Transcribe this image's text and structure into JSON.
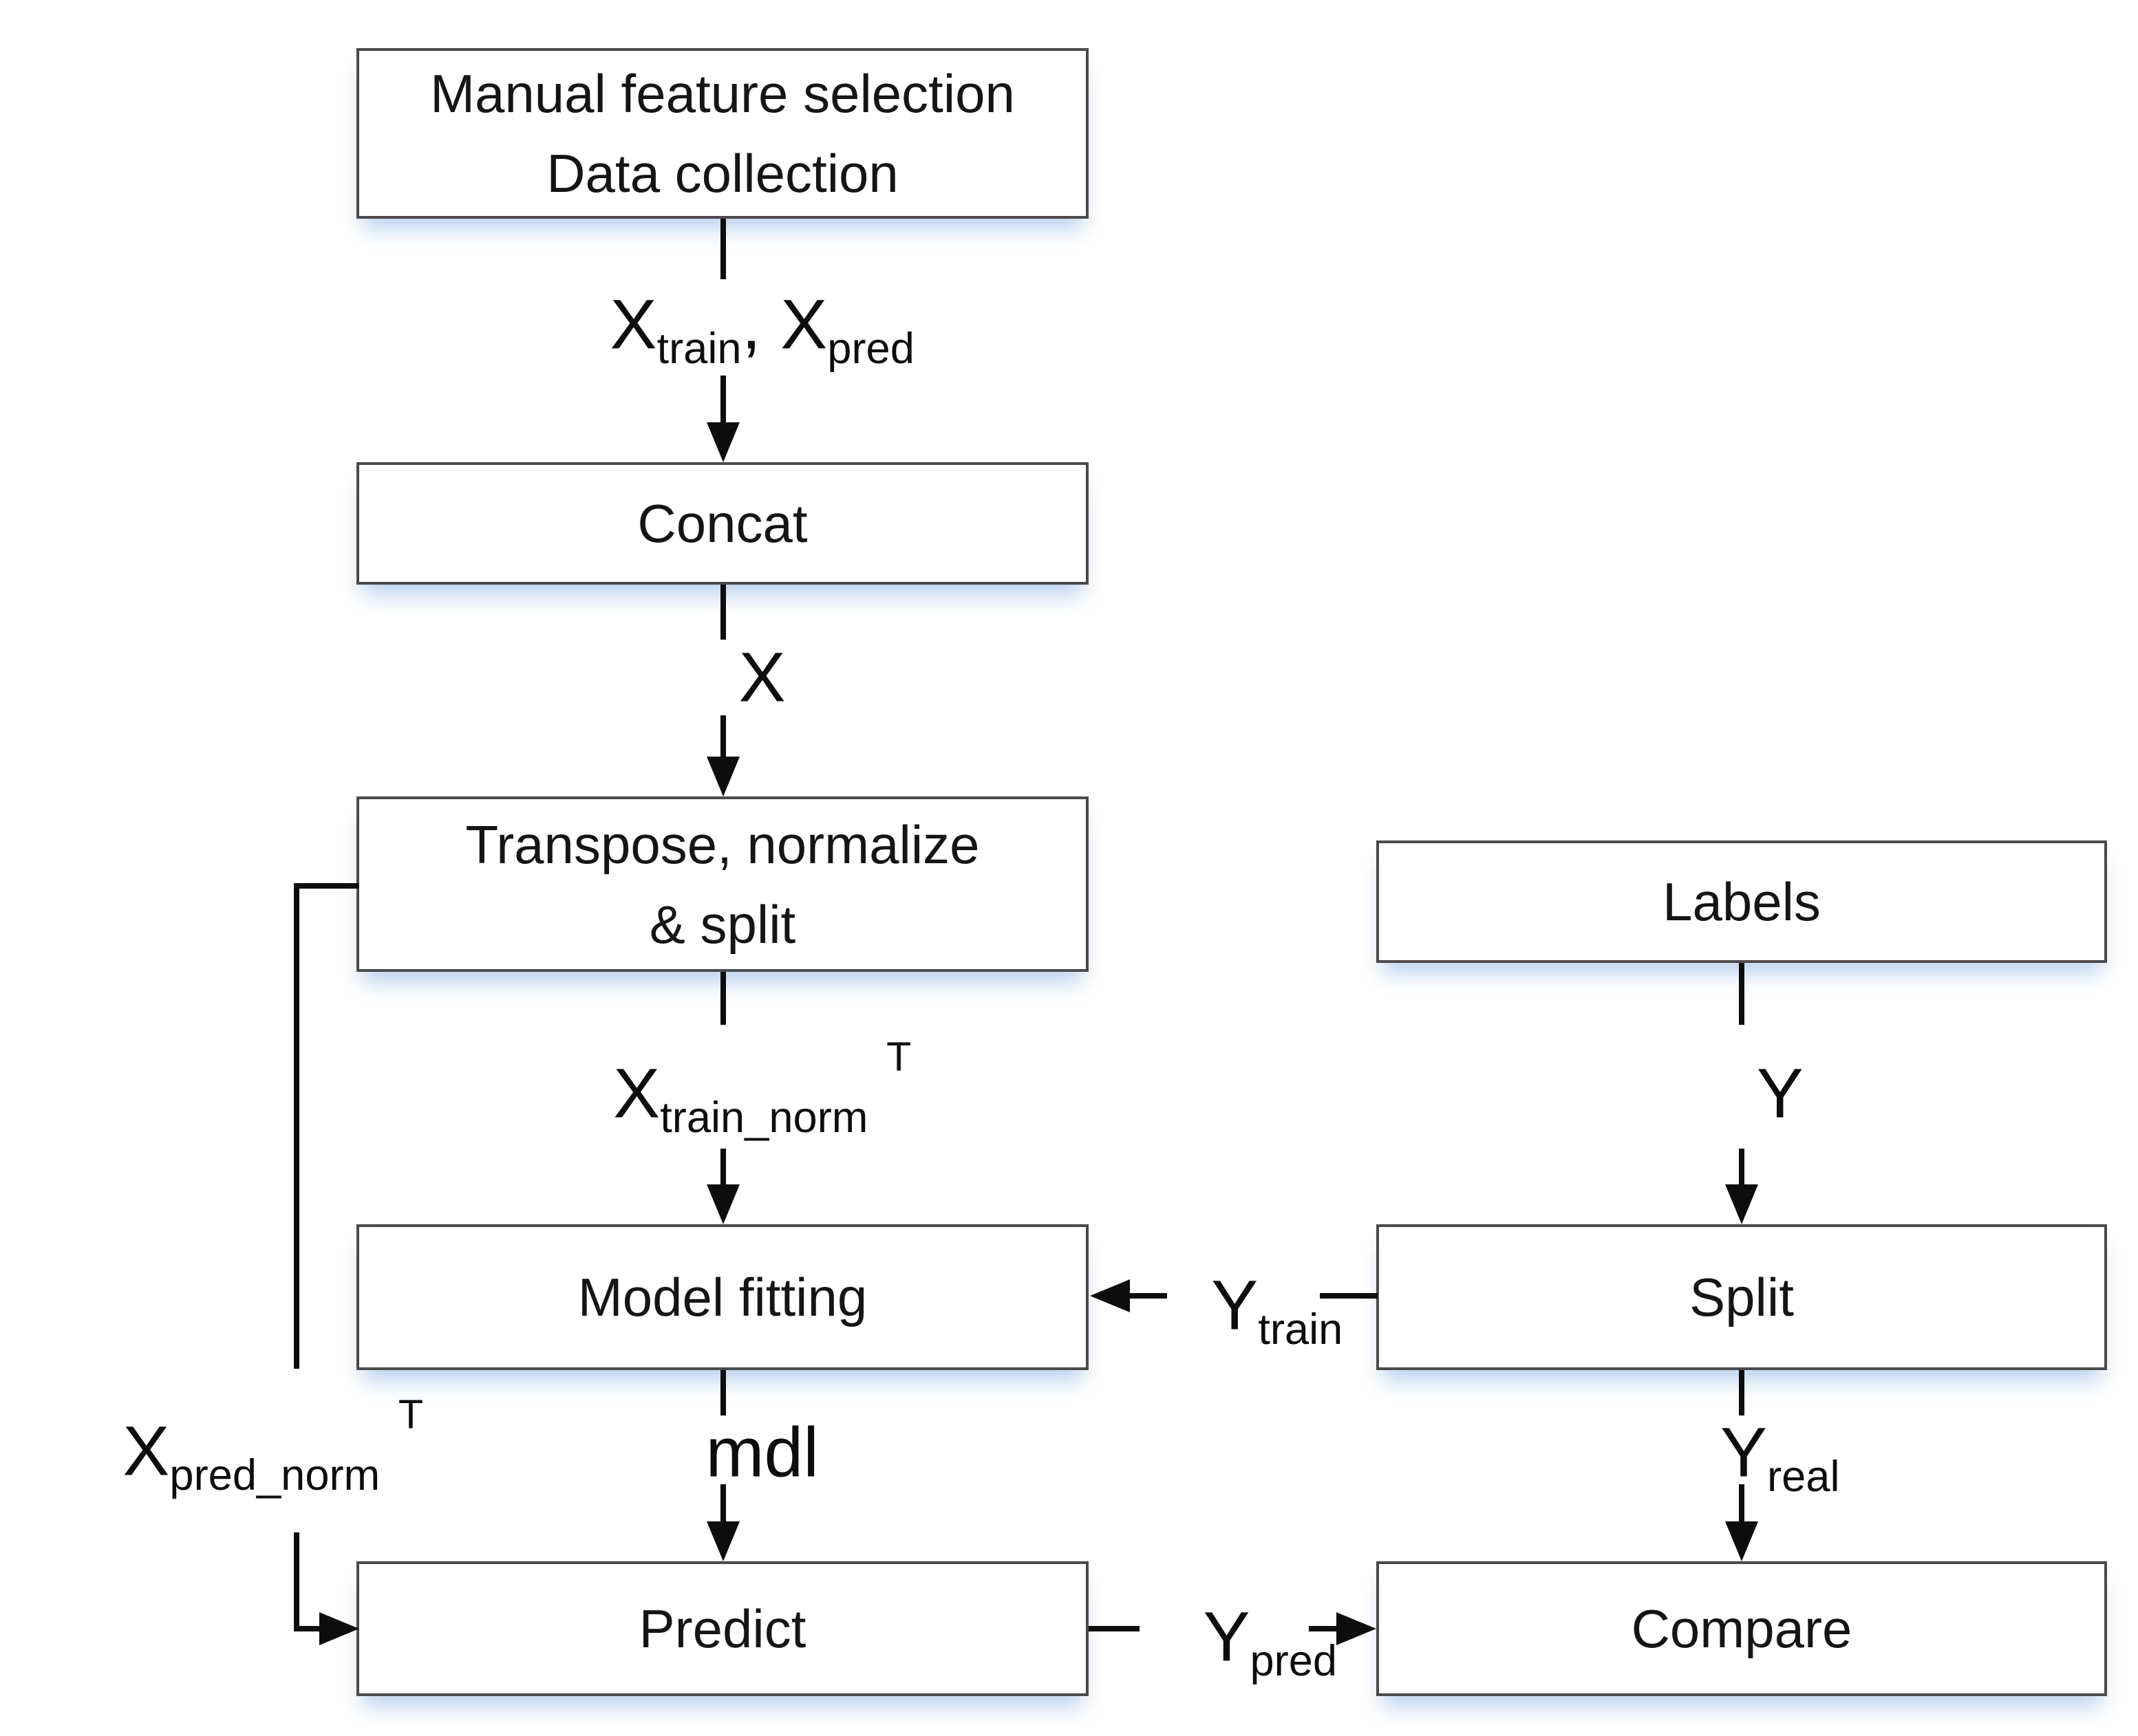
{
  "diagram": {
    "background_color": "#ffffff",
    "line_color": "#0d0d0d",
    "box_border_color": "#4a4a4a",
    "box_fill_color": "#ffffff",
    "box_shadow_color": "#a8c6e9",
    "text_color": "#111111"
  },
  "nodes": {
    "manual": {
      "line1": "Manual feature selection",
      "line2": "Data collection"
    },
    "concat": {
      "label": "Concat"
    },
    "transpose": {
      "line1": "Transpose, normalize",
      "line2": "& split"
    },
    "model_fitting": {
      "label": "Model fitting"
    },
    "predict": {
      "label": "Predict"
    },
    "labels_box": {
      "label": "Labels"
    },
    "split": {
      "label": "Split"
    },
    "compare": {
      "label": "Compare"
    }
  },
  "edge_labels": {
    "xtrain_xpred": {
      "x1": "X",
      "sub1": "train",
      "comma": ", ",
      "x2": "X",
      "sub2": "pred"
    },
    "x": {
      "main": "X"
    },
    "xtrain_norm": {
      "main": "X",
      "sub": "train_norm",
      "sup": "T"
    },
    "mdl": {
      "main": "mdl"
    },
    "xpred_norm": {
      "main": "X",
      "sub": "pred_norm",
      "sup": "T"
    },
    "y": {
      "main": "Y"
    },
    "ytrain": {
      "main": "Y",
      "sub": "train"
    },
    "yreal": {
      "main": "Y",
      "sub": "real"
    },
    "ypred": {
      "main": "Y",
      "sub": "pred"
    }
  }
}
